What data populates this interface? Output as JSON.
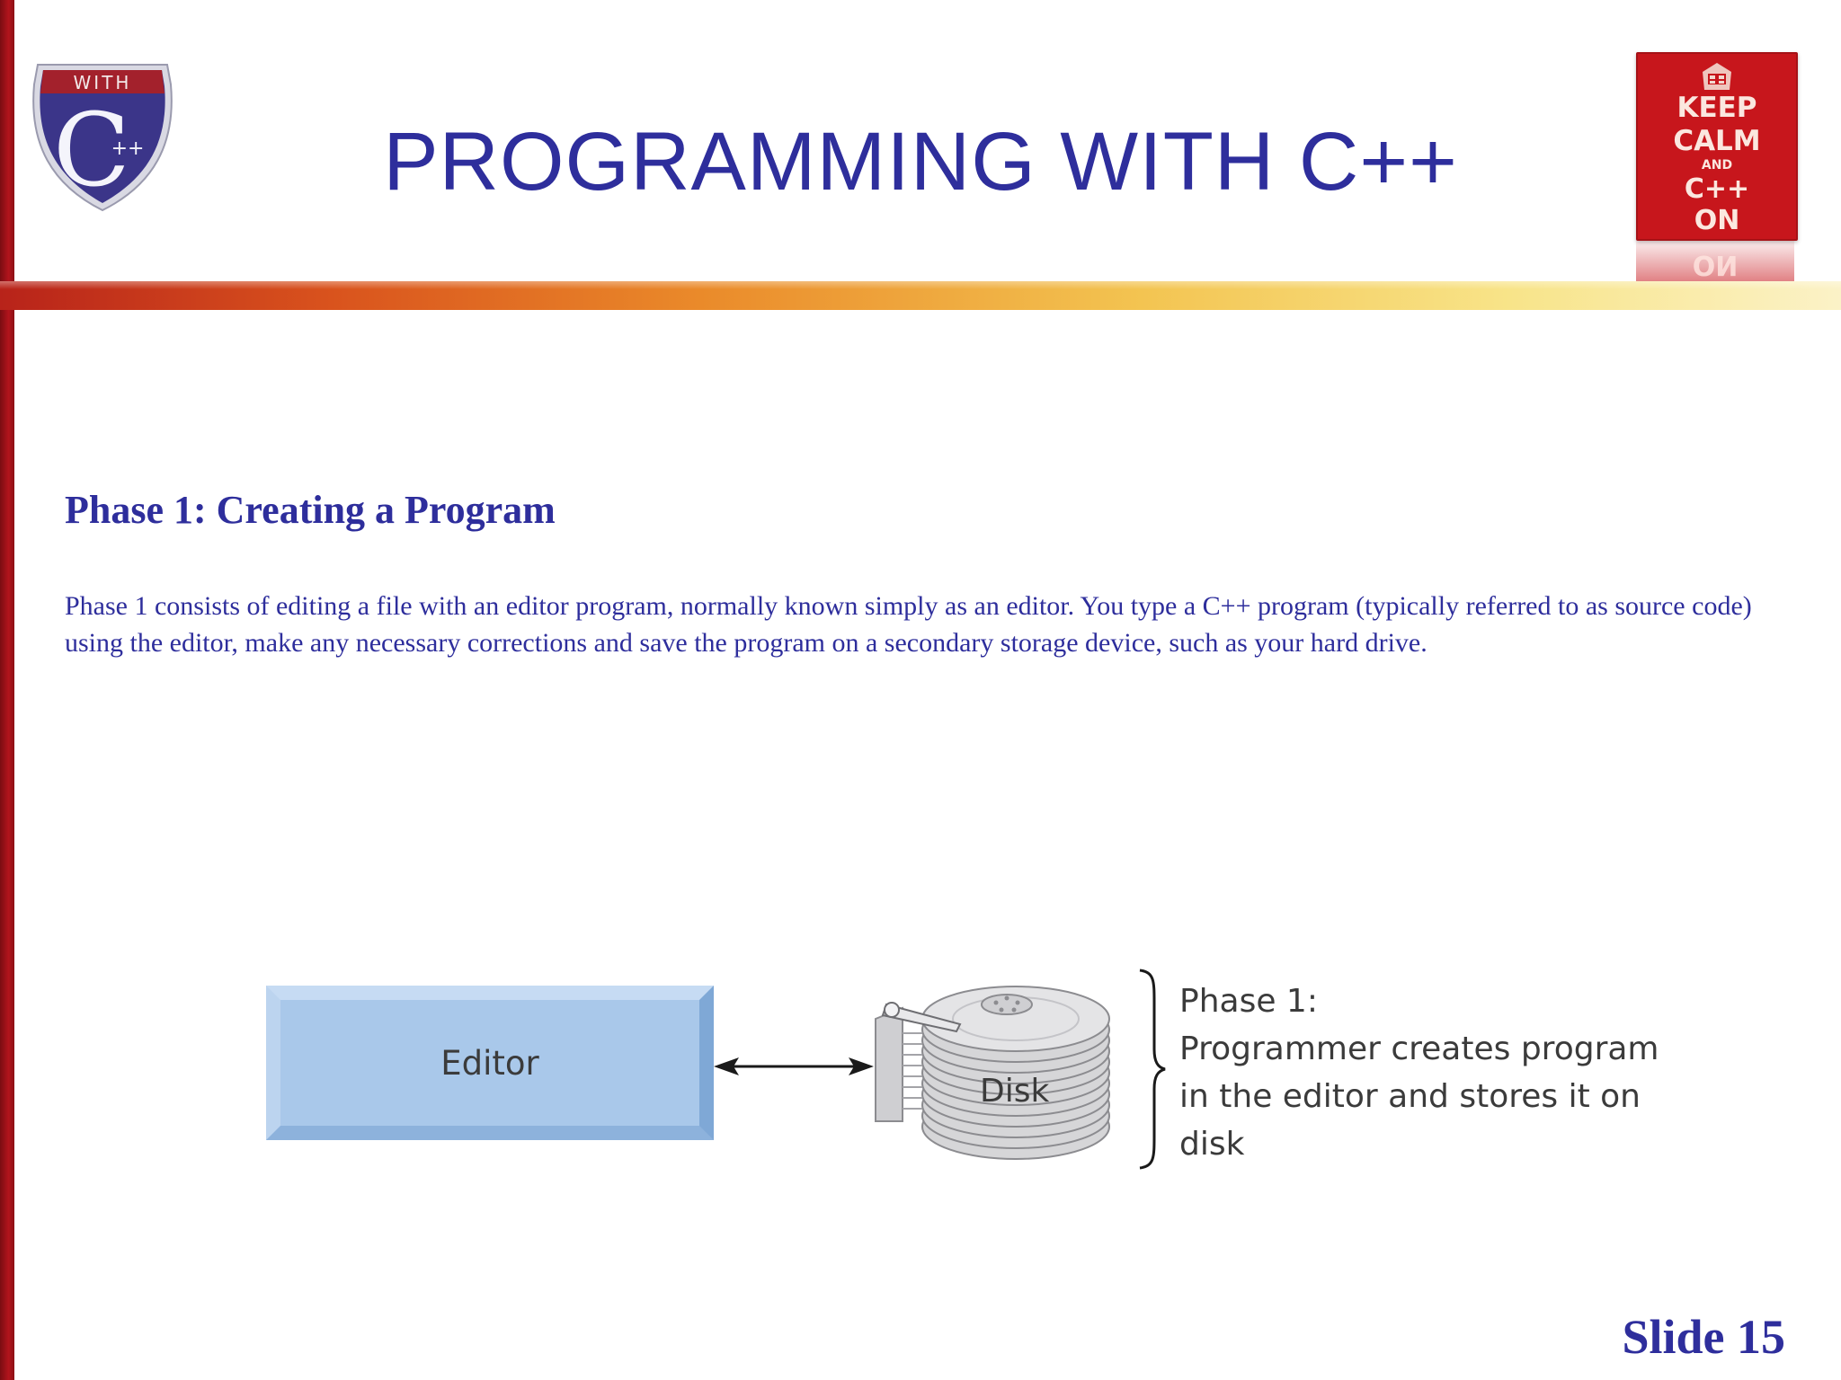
{
  "header": {
    "title": "PROGRAMMING WITH C++",
    "logo": {
      "top_text": "WITH",
      "letter": "C",
      "suffix": "++",
      "colors": {
        "shield": "#3b3589",
        "banner": "#a3212c",
        "rim": "#d9d9e3"
      }
    },
    "poster": {
      "lines": [
        "KEEP",
        "CALM",
        "AND",
        "C++",
        "ON"
      ],
      "reflection": "ON",
      "color": "#c7161c"
    }
  },
  "content": {
    "heading": "Phase 1: Creating a Program",
    "body": "Phase 1 consists of editing a file with an editor program, normally known simply as an editor. You type a C++ program (typically referred to as source code) using the editor, make any necessary corrections and save the program on a secondary storage device, such as your hard drive."
  },
  "diagram": {
    "editor_label": "Editor",
    "disk_label": "Disk",
    "phase_lines": [
      "Phase 1:",
      "Programmer creates program",
      "in the editor and stores it on",
      "disk"
    ]
  },
  "footer": {
    "slide_number": "Slide 15"
  },
  "theme": {
    "text_color": "#2e2e9c",
    "accent_red": "#b2141c"
  }
}
